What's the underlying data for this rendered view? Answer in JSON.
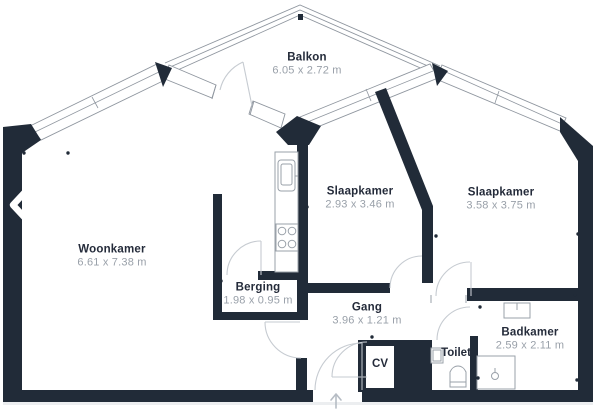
{
  "plan": {
    "title": "floorplan",
    "rooms": [
      {
        "id": "balkon",
        "name": "Balkon",
        "dims": "6.05 x 2.72 m"
      },
      {
        "id": "woonkamer",
        "name": "Woonkamer",
        "dims": "6.61 x 7.38 m"
      },
      {
        "id": "slaapkamer-1",
        "name": "Slaapkamer",
        "dims": "2.93 x 3.46 m"
      },
      {
        "id": "slaapkamer-2",
        "name": "Slaapkamer",
        "dims": "3.58 x 3.75 m"
      },
      {
        "id": "berging",
        "name": "Berging",
        "dims": "1.98 x 0.95 m"
      },
      {
        "id": "gang",
        "name": "Gang",
        "dims": "3.96 x 1.21 m"
      },
      {
        "id": "badkamer",
        "name": "Badkamer",
        "dims": "2.59 x 2.11 m"
      },
      {
        "id": "toilet",
        "name": "Toilet",
        "dims": ""
      },
      {
        "id": "cv",
        "name": "CV",
        "dims": ""
      }
    ],
    "colors": {
      "wall": "#212B38",
      "window_line": "#8F969F",
      "door_arc": "#C6CBD1",
      "fixture_line": "#9AA1A9",
      "room_name_text": "#242B3A",
      "room_dims_text": "#99A0A9",
      "background": "#FFFFFF"
    },
    "icons": [
      "chevron-left-icon",
      "entrance-arrow-icon"
    ]
  }
}
